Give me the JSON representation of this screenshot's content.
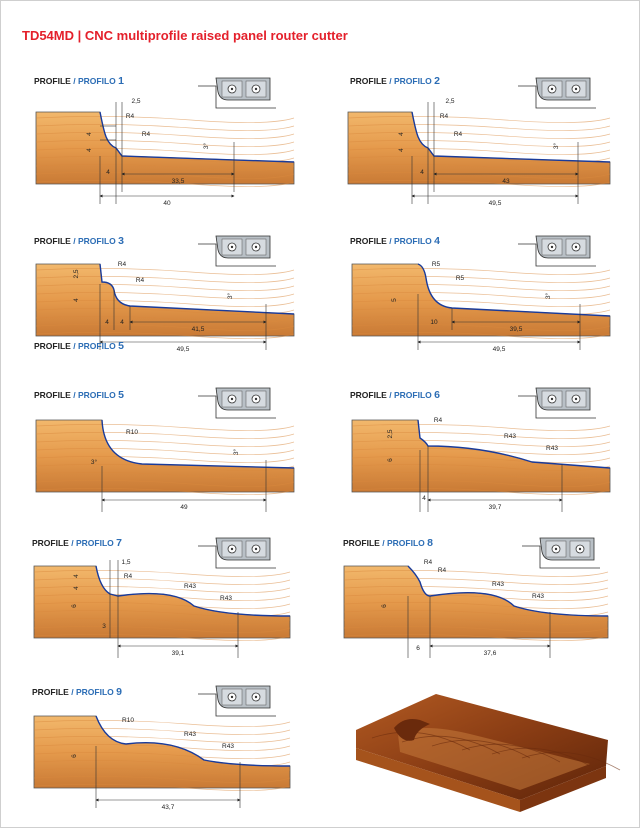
{
  "header": {
    "title": "TD54MD | CNC multiprofile raised panel router cutter"
  },
  "profile_word": "PROFILE",
  "separator": "/",
  "profilo_word": "PROFILO",
  "profiles": [
    {
      "number": "1",
      "dims": {
        "top": "2,5",
        "r1": "R4",
        "r2": "R4",
        "v1": "4",
        "v2": "4",
        "h1": "4",
        "h2": "33,5",
        "total": "40",
        "angle": "3°"
      }
    },
    {
      "number": "2",
      "dims": {
        "top": "2,5",
        "r1": "R4",
        "r2": "R4",
        "v1": "4",
        "v2": "4",
        "h1": "4",
        "h2": "43",
        "total": "49,5",
        "angle": "3°"
      }
    },
    {
      "number": "3",
      "dims": {
        "r1": "R4",
        "r2": "R4",
        "v1": "2,5",
        "v2": "4",
        "h1": "4",
        "h2": "4",
        "h3": "41,5",
        "total": "49,5",
        "angle": "3°",
        "overlap_label": "5"
      }
    },
    {
      "number": "4",
      "dims": {
        "r1": "R5",
        "r2": "R5",
        "v1": "5",
        "h1": "10",
        "h2": "39,5",
        "total": "49,5",
        "angle": "3°"
      }
    },
    {
      "number": "5",
      "dims": {
        "r1": "R10",
        "total": "49",
        "angle": "3°",
        "angle2": "3°"
      }
    },
    {
      "number": "6",
      "dims": {
        "r1": "R4",
        "r2": "R43",
        "r3": "R43",
        "v1": "2,5",
        "v2": "6",
        "h1": "4",
        "h2": "39,7"
      }
    },
    {
      "number": "7",
      "dims": {
        "top": "1,5",
        "r1": "R4",
        "r2": "R43",
        "r3": "R43",
        "v1": "4",
        "v2": "4",
        "v3": "6",
        "h1": "3",
        "total": "39,1"
      }
    },
    {
      "number": "8",
      "dims": {
        "r1": "R4",
        "r2": "R4",
        "r3": "R43",
        "r4": "R43",
        "v1": "6",
        "h1": "6",
        "total": "37,6"
      }
    },
    {
      "number": "9",
      "dims": {
        "r1": "R10",
        "r2": "R43",
        "r3": "R43",
        "v1": "6",
        "total": "43,7"
      }
    }
  ]
}
